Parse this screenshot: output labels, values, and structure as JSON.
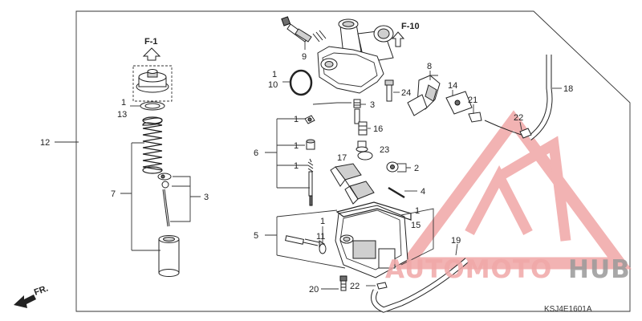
{
  "diagram": {
    "part_code": "KSJ4E1601A",
    "refs": {
      "f1": "F-1",
      "f10": "F-10",
      "fr": "FR."
    },
    "callouts": {
      "c1_a": "1",
      "c1_b": "1",
      "c1_c": "1",
      "c1_d": "1",
      "c1_e": "1",
      "c1_f": "1",
      "c1_g": "1",
      "c2": "2",
      "c3_a": "3",
      "c3_b": "3",
      "c4": "4",
      "c5": "5",
      "c6": "6",
      "c7": "7",
      "c8": "8",
      "c9": "9",
      "c10": "10",
      "c11": "11",
      "c12": "12",
      "c13": "13",
      "c14": "14",
      "c15": "15",
      "c16": "16",
      "c17": "17",
      "c18": "18",
      "c19": "19",
      "c20": "20",
      "c21": "21",
      "c22_a": "22",
      "c22_b": "22",
      "c23": "23",
      "c24": "24"
    }
  },
  "watermark": {
    "text_accent": "AUTOMOTO",
    "text_dark": "HUB",
    "accent_color": "#f0a8a8",
    "dark_color": "#9a9a9a"
  }
}
